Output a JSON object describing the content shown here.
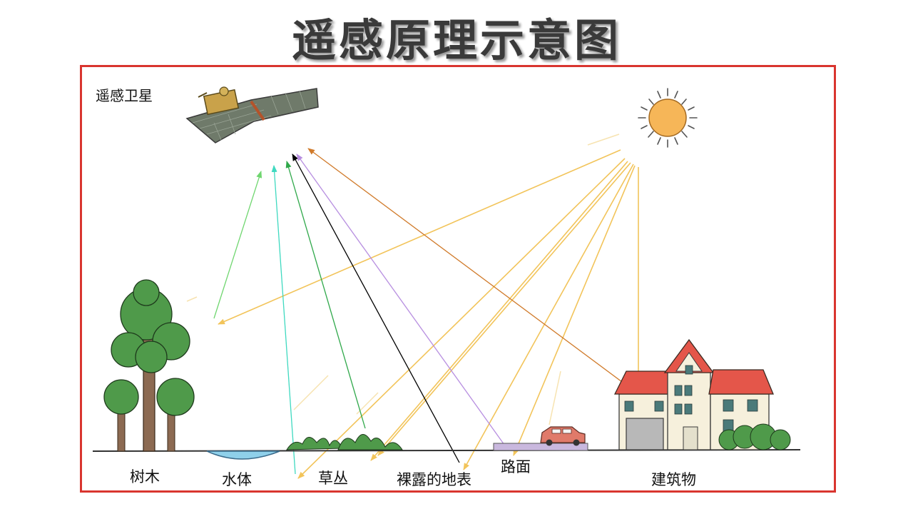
{
  "title": "遥感原理示意图",
  "satellite_label": "遥感卫星",
  "ground_labels": {
    "trees": "树木",
    "water": "水体",
    "grass": "草丛",
    "bare_ground": "裸露的地表",
    "road": "路面",
    "building": "建筑物"
  },
  "colors": {
    "frame": "#d9352f",
    "sunlight": "#f2c45a",
    "tree_reflection": "#6fd66f",
    "water_reflection": "#3fd9c0",
    "grass_reflection": "#2fa84a",
    "bare_ground_reflection": "#000000",
    "road_reflection": "#b78ee0",
    "building_reflection": "#d07a2a"
  }
}
